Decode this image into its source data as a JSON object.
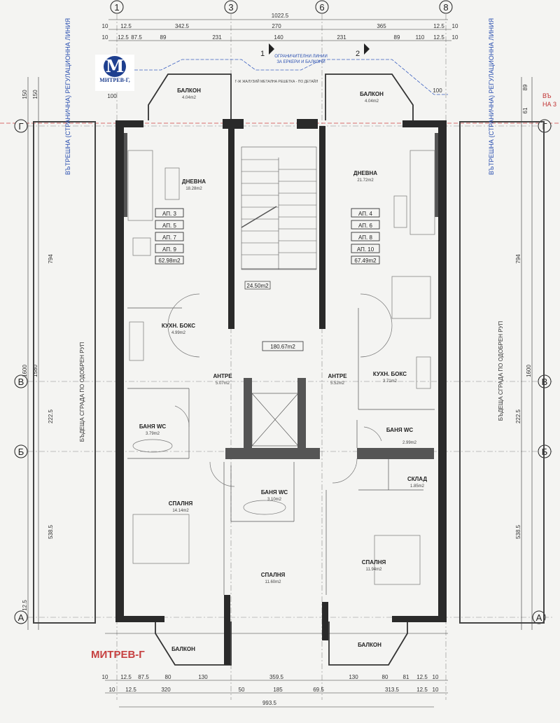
{
  "logo": {
    "letter": "M",
    "text": "МИТРЕВ-Г,"
  },
  "watermark": "МИТРЕВ-Г",
  "grid_axes": {
    "top": [
      "1",
      "3",
      "6",
      "8"
    ],
    "side": [
      "Г",
      "В",
      "Б",
      "А"
    ]
  },
  "dims_top": {
    "total": "1022.5",
    "row1": [
      "10",
      "12.5",
      "342.5",
      "270",
      "365",
      "12.5",
      "10"
    ],
    "row2": [
      "10",
      "12.5",
      "87.5",
      "89",
      "231",
      "140",
      "231",
      "89",
      "110",
      "12.5",
      "10"
    ]
  },
  "dims_bottom": {
    "total": "993.5",
    "row1": [
      "10",
      "12.5",
      "87.5",
      "80",
      "130",
      "359.5",
      "130",
      "80",
      "81",
      "12.5",
      "10"
    ],
    "row2": [
      "10",
      "12.5",
      "320",
      "50",
      "185",
      "69.5",
      "313.5",
      "12.5",
      "10"
    ]
  },
  "dims_side": {
    "a": "150",
    "b": "150",
    "c": "89",
    "d": "61",
    "e": "1600",
    "f": "1580",
    "g": "794",
    "h": "222.5",
    "i": "538.5",
    "j": "12.5",
    "k": "100",
    "l": "100"
  },
  "notes": {
    "limit_lines": "ОГРАНИЧИТЕЛНИ ЛИНИИ",
    "limit_lines2": "ЗА ЕРКЕРИ И БАЛКОНИ",
    "regulation": "ВЪТРЕШНА (СТРАНИЧНА) РЕГУЛАЦИОННА ЛИНИЯ",
    "future_building": "БЪДЕЩА СГРАДА ПО ОДОБРЕН РУП",
    "red_top1": "ВЪ",
    "red_top2": "НА 3",
    "railing": "Г-Ж ЖАЛУЗИЙ МЕТАЛНА РЕШЕТКА - ПО ДЕТАЙЛ",
    "section1": "1",
    "section2": "2"
  },
  "rooms": {
    "living_left": {
      "name": "ДНЕВНА",
      "area": "18.28m2"
    },
    "living_right": {
      "name": "ДНЕВНА",
      "area": "21.72m2"
    },
    "kitchen_left": {
      "name": "КУХН. БОКС",
      "area": "4.99m2"
    },
    "kitchen_right": {
      "name": "КУХН. БОКС",
      "area": "3.71m2"
    },
    "hall_left": {
      "name": "АНТРЕ",
      "area": "5.07m2"
    },
    "hall_right": {
      "name": "АНТРЕ",
      "area": "5.52m2"
    },
    "bath_left": {
      "name": "БАНЯ WC",
      "area": "3.79m2"
    },
    "bath_right": {
      "name": "БАНЯ WC",
      "area": "2.99m2"
    },
    "bath_mid": {
      "name": "БАНЯ WC",
      "area": "3.10m2"
    },
    "storage": {
      "name": "СКЛАД",
      "area": "1.85m2"
    },
    "bed_left": {
      "name": "СПАЛНЯ",
      "area": "14.14m2"
    },
    "bed_mid": {
      "name": "СПАЛНЯ",
      "area": "11.60m2"
    },
    "bed_right": {
      "name": "СПАЛНЯ",
      "area": "11.94m2"
    },
    "balcony_tl": {
      "name": "БАЛКОН",
      "area": "4.04m2"
    },
    "balcony_tr": {
      "name": "БАЛКОН",
      "area": "4.04m2"
    },
    "balcony_bl": {
      "name": "БАЛКОН"
    },
    "balcony_br": {
      "name": "БАЛКОН"
    },
    "stair_area": "24.50m2",
    "floor_total": "180.67m2"
  },
  "apartments": {
    "left": [
      "АП. 3",
      "АП. 5",
      "АП. 7",
      "АП. 9"
    ],
    "left_area": "62.98m2",
    "right": [
      "АП. 4",
      "АП. 6",
      "АП. 8",
      "АП. 10"
    ],
    "right_area": "67.49m2"
  }
}
